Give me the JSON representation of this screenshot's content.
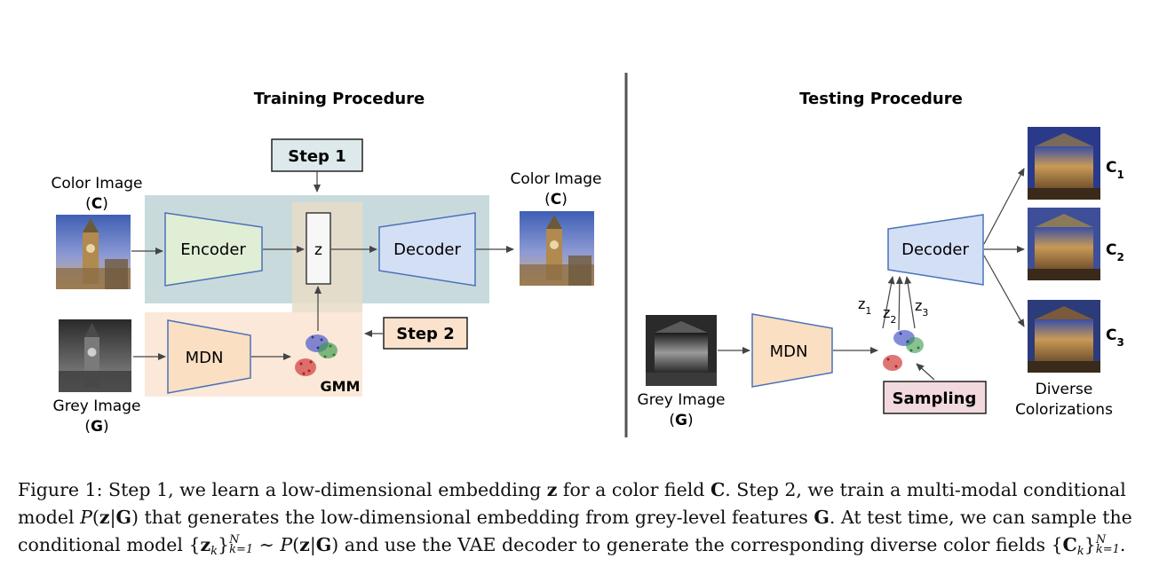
{
  "training": {
    "title": "Training Procedure",
    "step1": "Step 1",
    "step2": "Step 2",
    "encoder": "Encoder",
    "decoder": "Decoder",
    "z": "z",
    "mdn": "MDN",
    "gmm": "GMM",
    "color_image_in": {
      "line1": "Color Image",
      "line2_prefix": "(",
      "line2_bold": "C",
      "line2_suffix": ")"
    },
    "color_image_out": {
      "line1": "Color Image",
      "line2_prefix": "(",
      "line2_bold": "C",
      "line2_suffix": ")"
    },
    "grey_image": {
      "line1": "Grey Image",
      "line2_prefix": "(",
      "line2_bold": "G",
      "line2_suffix": ")"
    }
  },
  "testing": {
    "title": "Testing Procedure",
    "decoder": "Decoder",
    "mdn": "MDN",
    "sampling": "Sampling",
    "grey_image": {
      "line1": "Grey Image",
      "line2_prefix": "(",
      "line2_bold": "G",
      "line2_suffix": ")"
    },
    "diverse": {
      "line1": "Diverse",
      "line2": "Colorizations"
    },
    "z_labels": [
      {
        "base": "z",
        "sub": "1"
      },
      {
        "base": "z",
        "sub": "2"
      },
      {
        "base": "z",
        "sub": "3"
      }
    ],
    "c_labels": [
      {
        "base": "C",
        "sub": "1"
      },
      {
        "base": "C",
        "sub": "2"
      },
      {
        "base": "C",
        "sub": "3"
      }
    ]
  },
  "caption": {
    "l1_a": "Figure 1: Step 1, we learn a low-dimensional embedding ",
    "l1_z": "z",
    "l1_b": " for a color field ",
    "l1_C": "C",
    "l1_c": ". Step 2, we train a multi-modal conditional",
    "l2_a": "model ",
    "l2_P": "P",
    "l2_open": "(",
    "l2_z": "z",
    "l2_bar": "|",
    "l2_G": "G",
    "l2_close": ")",
    "l2_b": " that generates the low-dimensional embedding from grey-level features ",
    "l2_G2": "G",
    "l2_c": ". At test time, we can sample the",
    "l3_a": "conditional model {",
    "l3_z": "z",
    "l3_k": "k",
    "l3_close": "}",
    "l3_sup": "N",
    "l3_sub": "k=1",
    "l3_b": " ∼ ",
    "l3_P": "P",
    "l3_c": "(",
    "l3_z2": "z",
    "l3_bar": "|",
    "l3_G": "G",
    "l3_d": ") and use the VAE decoder to generate the corresponding diverse color fields {",
    "l3_C": "C",
    "l3_k2": "k",
    "l3_close2": "}",
    "l3_sup2": "N",
    "l3_sub2": "k=1",
    "l3_end": "."
  },
  "colors": {
    "train_region": "#c9dadd",
    "mdn_region": "#fbe8d8",
    "step_box": "#dde9ea",
    "step2_box": "#fbe2cc",
    "encoder": "#e0eed5",
    "decoder": "#d3dff5",
    "mdn": "#fbdfc2",
    "sampling": "#f2d9de",
    "divider": "#555555"
  }
}
